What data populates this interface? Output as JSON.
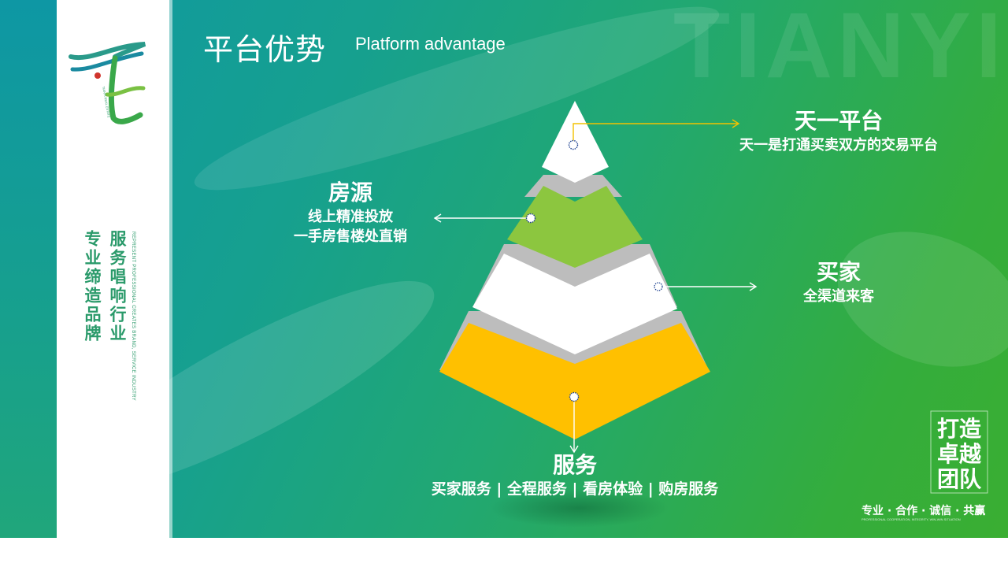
{
  "header": {
    "title": "平台优势",
    "subtitle": "Platform advantage",
    "watermark": "TIANYI"
  },
  "sidebar": {
    "logo_caption": "TIANYI REAL ESTATE",
    "slogan_1": "服务唱响行业",
    "slogan_2": "专业缔造品牌",
    "slogan_en": "REPRESENT  PROFESSIONAL CREATES BRAND, SERVICE INDUSTRY"
  },
  "pyramid": {
    "levels": [
      {
        "name": "天一平台",
        "color": "#ffffff"
      },
      {
        "name": "房源",
        "color": "#8cc63f"
      },
      {
        "name": "买家",
        "color": "#ffffff"
      },
      {
        "name": "服务",
        "color": "#ffc000"
      }
    ],
    "side_color": "#bdbdbd"
  },
  "callouts": {
    "top": {
      "title": "天一平台",
      "desc": "天一是打通买卖双方的交易平台"
    },
    "left": {
      "title": "房源",
      "line1": "线上精准投放",
      "line2": "一手房售楼处直销"
    },
    "right": {
      "title": "买家",
      "desc": "全渠道来客"
    },
    "bottom": {
      "title": "服务",
      "desc": "买家服务 | 全程服务 | 看房体验 | 购房服务"
    }
  },
  "badge": {
    "text": "打造卓越团队",
    "motto": "专业 · 合作 · 诚信 · 共赢",
    "motto_en": "PROFESSIONAL COOPERATION, INTEGRITY, WIN-WIN SITUATION"
  },
  "colors": {
    "accent_arrow": "#f2c200",
    "green_text": "#2a9a6a"
  }
}
